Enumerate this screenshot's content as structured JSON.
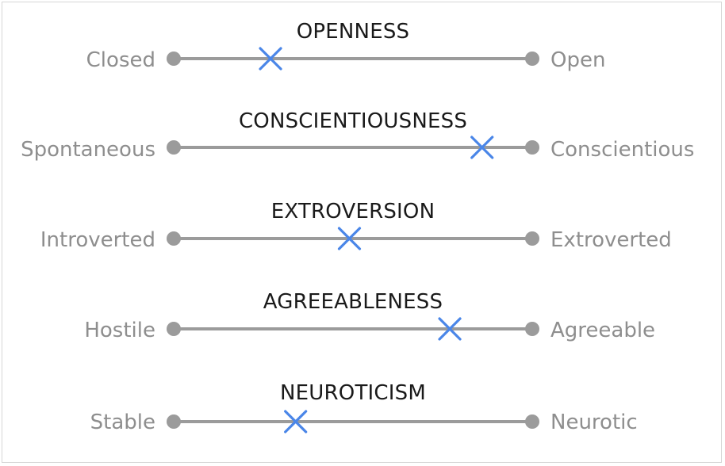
{
  "traits": [
    {
      "title": "OPENNESS",
      "left_label": "Closed",
      "right_label": "Open",
      "marker_position": 0.27
    },
    {
      "title": "CONSCIENTIOUSNESS",
      "left_label": "Spontaneous",
      "right_label": "Conscientious",
      "marker_position": 0.86
    },
    {
      "title": "EXTROVERSION",
      "left_label": "Introverted",
      "right_label": "Extroverted",
      "marker_position": 0.49
    },
    {
      "title": "AGREEABLENESS",
      "left_label": "Hostile",
      "right_label": "Agreeable",
      "marker_position": 0.77
    },
    {
      "title": "NEUROTICISM",
      "left_label": "Stable",
      "right_label": "Neurotic",
      "marker_position": 0.34
    }
  ],
  "colors": {
    "line": "#9b9b9b",
    "endpoint": "#9b9b9b",
    "marker": "#4a86e8",
    "title": "#1a1a1a",
    "label": "#8e8e8e"
  }
}
